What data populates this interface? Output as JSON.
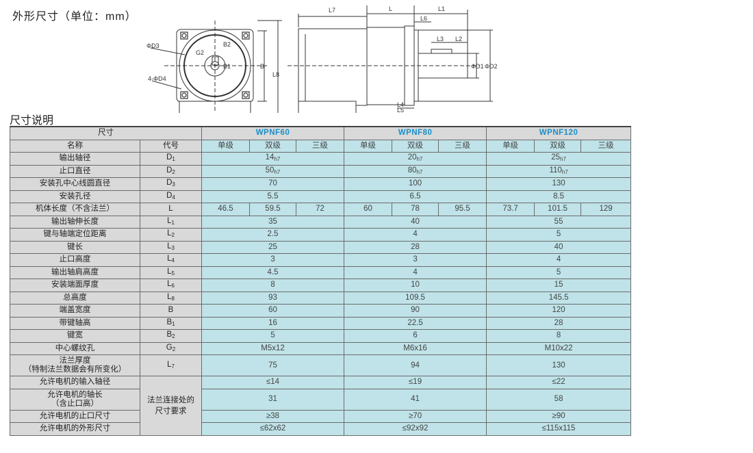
{
  "header": {
    "title": "外形尺寸（单位：mm）",
    "section": "尺寸说明"
  },
  "drawing": {
    "labels": [
      "ΦD3",
      "G2",
      "B2",
      "B1",
      "B",
      "L8",
      "4-ΦD4",
      "L7",
      "L",
      "L1",
      "L6",
      "L3",
      "L2",
      "ΦD1",
      "ΦD2",
      "L4",
      "L5"
    ]
  },
  "table": {
    "col_size": "尺寸",
    "col_name": "名称",
    "col_code": "代号",
    "models": [
      "WPNF60",
      "WPNF80",
      "WPNF120"
    ],
    "stages": [
      "单级",
      "双级",
      "三级"
    ],
    "condition_label": "法兰连接处的尺寸要求",
    "rows": [
      {
        "name": "输出轴径",
        "code": "D",
        "sub": "1",
        "vals": [
          "14",
          "20",
          "25"
        ],
        "tol": "h7"
      },
      {
        "name": "止口直径",
        "code": "D",
        "sub": "2",
        "vals": [
          "50",
          "80",
          "110"
        ],
        "tol": "h7"
      },
      {
        "name": "安装孔中心线圆直径",
        "code": "D",
        "sub": "3",
        "vals": [
          "70",
          "100",
          "130"
        ]
      },
      {
        "name": "安装孔径",
        "code": "D",
        "sub": "4",
        "vals": [
          "5.5",
          "6.5",
          "8.5"
        ]
      },
      {
        "name": "机体长度（不含法兰）",
        "code": "L",
        "sub": "",
        "vals9": [
          "46.5",
          "59.5",
          "72",
          "60",
          "78",
          "95.5",
          "73.7",
          "101.5",
          "129"
        ]
      },
      {
        "name": "输出轴伸长度",
        "code": "L",
        "sub": "1",
        "vals": [
          "35",
          "40",
          "55"
        ]
      },
      {
        "name": "键与轴端定位距离",
        "code": "L",
        "sub": "2",
        "vals": [
          "2.5",
          "4",
          "5"
        ]
      },
      {
        "name": "键长",
        "code": "L",
        "sub": "3",
        "vals": [
          "25",
          "28",
          "40"
        ]
      },
      {
        "name": "止口高度",
        "code": "L",
        "sub": "4",
        "vals": [
          "3",
          "3",
          "4"
        ]
      },
      {
        "name": "输出轴肩高度",
        "code": "L",
        "sub": "5",
        "vals": [
          "4.5",
          "4",
          "5"
        ]
      },
      {
        "name": "安装端面厚度",
        "code": "L",
        "sub": "6",
        "vals": [
          "8",
          "10",
          "15"
        ]
      },
      {
        "name": "总高度",
        "code": "L",
        "sub": "8",
        "vals": [
          "93",
          "109.5",
          "145.5"
        ]
      },
      {
        "name": "端盖宽度",
        "code": "B",
        "sub": "",
        "vals": [
          "60",
          "90",
          "120"
        ]
      },
      {
        "name": "带键轴高",
        "code": "B",
        "sub": "1",
        "vals": [
          "16",
          "22.5",
          "28"
        ]
      },
      {
        "name": "键宽",
        "code": "B",
        "sub": "2",
        "vals": [
          "5",
          "6",
          "8"
        ]
      },
      {
        "name": "中心螺纹孔",
        "code": "G",
        "sub": "2",
        "vals": [
          "M5x12",
          "M6x16",
          "M10x22"
        ]
      },
      {
        "name": "法兰厚度",
        "name2": "（特制法兰数据会有所变化）",
        "code": "L",
        "sub": "7",
        "vals": [
          "75",
          "94",
          "130"
        ]
      }
    ],
    "cond_rows": [
      {
        "name": "允许电机的输入轴径",
        "vals": [
          "≤14",
          "≤19",
          "≤22"
        ]
      },
      {
        "name": "允许电机的轴长",
        "name2": "（含止口高）",
        "vals": [
          "31",
          "41",
          "58"
        ]
      },
      {
        "name": "允许电机的止口尺寸",
        "vals": [
          "≥38",
          "≥70",
          "≥90"
        ]
      },
      {
        "name": "允许电机的外形尺寸",
        "vals": [
          "≤62x62",
          "≤92x92",
          "≤115x115"
        ]
      }
    ]
  }
}
